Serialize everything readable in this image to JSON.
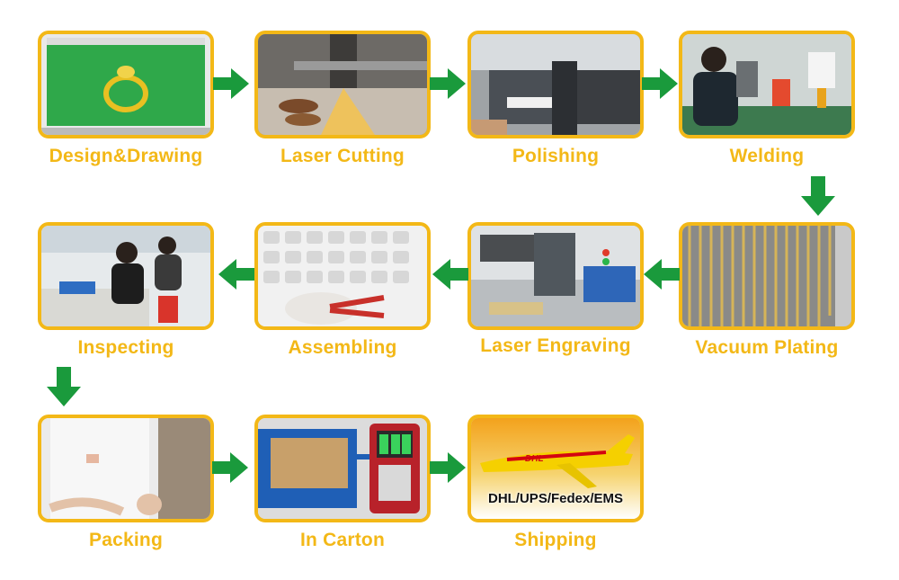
{
  "steps": [
    {
      "label": "Design&Drawing",
      "photo": "cad-ring-design-monitor"
    },
    {
      "label": "Laser Cutting",
      "photo": "laser-cutting-machine"
    },
    {
      "label": "Polishing",
      "photo": "polishing-machine"
    },
    {
      "label": "Welding",
      "photo": "worker-welding-at-microscope"
    },
    {
      "label": "Vacuum Plating",
      "photo": "plated-chains-hanging"
    },
    {
      "label": "Laser Engraving",
      "photo": "laser-engraving-machine"
    },
    {
      "label": "Assembling",
      "photo": "pliers-assembling-parts"
    },
    {
      "label": "Inspecting",
      "photo": "workers-inspecting-products"
    },
    {
      "label": "Packing",
      "photo": "products-in-plastic-bags"
    },
    {
      "label": "In Carton",
      "photo": "carton-on-weighing-scale"
    },
    {
      "label": "Shipping",
      "photo": "dhl-cargo-airplane",
      "overlay": "DHL/UPS/Fedex/EMS"
    }
  ],
  "colors": {
    "frame": "#f3b817",
    "label": "#f3b817",
    "arrow": "#1a9a3c"
  },
  "arrows": [
    "arrow-right",
    "arrow-right",
    "arrow-right",
    "arrow-down",
    "arrow-left",
    "arrow-left",
    "arrow-left",
    "arrow-down",
    "arrow-right",
    "arrow-right"
  ]
}
